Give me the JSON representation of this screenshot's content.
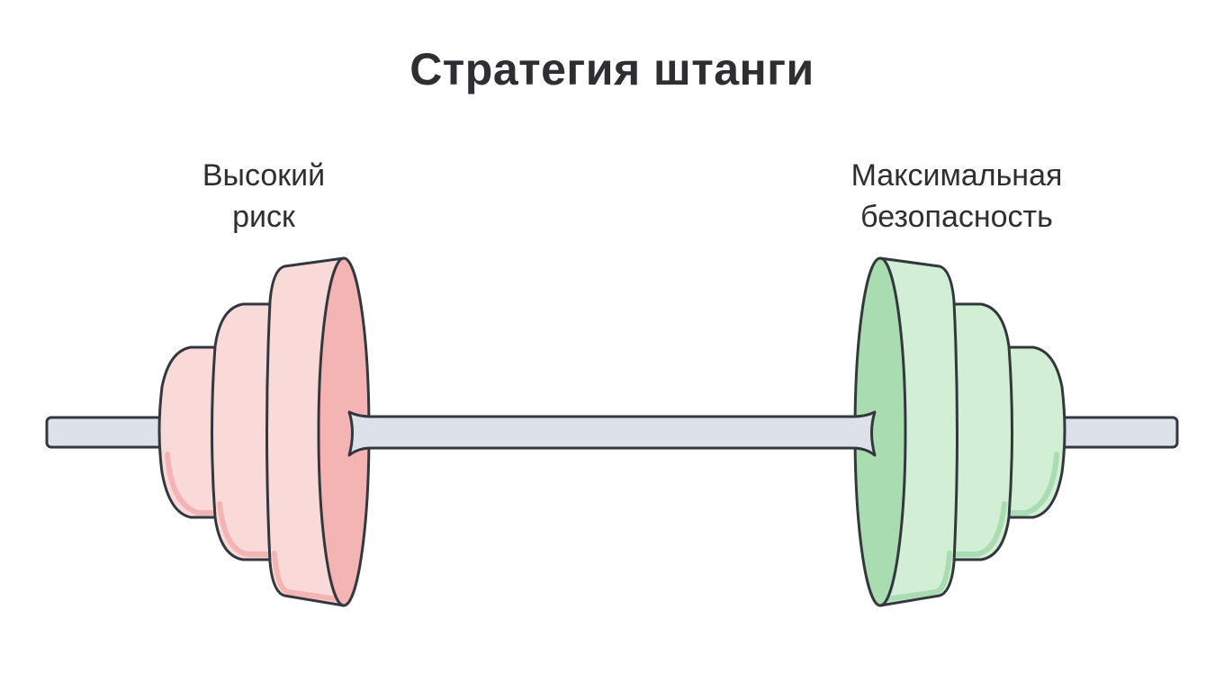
{
  "title": "Стратегия штанги",
  "left_label": {
    "line1": "Высокий",
    "line2": "риск"
  },
  "right_label": {
    "line1": "Максимальная",
    "line2": "безопасность"
  },
  "colors": {
    "outline": "#33383f",
    "bar": "#dde2ea",
    "risk_plate": "#fad9d9",
    "risk_shade": "#f4b4b3",
    "safe_plate": "#d2eed4",
    "safe_shade": "#a9dcb1"
  }
}
